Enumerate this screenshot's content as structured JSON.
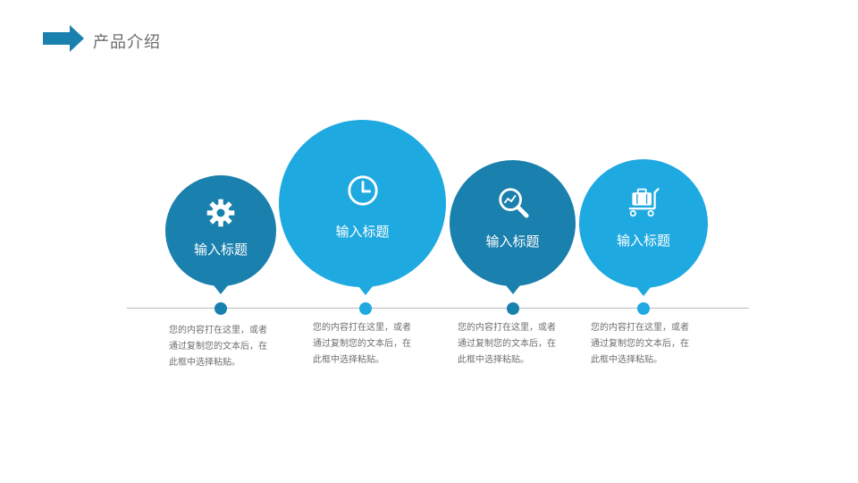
{
  "header": {
    "title": "产品介绍",
    "accent_color": "#1a80ad"
  },
  "colors": {
    "dark_blue": "#1a80ad",
    "light_blue": "#1fa9e1",
    "line": "#b8b8b8",
    "text_gray": "#6f6f6f"
  },
  "items": [
    {
      "title": "输入标题",
      "icon": "gear-icon",
      "color": "#1a80ad",
      "desc_lines": [
        "您的内容打在这里，或者",
        "通过复制您的文本后，在",
        "此框中选择粘贴。"
      ]
    },
    {
      "title": "输入标题",
      "icon": "clock-icon",
      "color": "#1fa9e1",
      "desc_lines": [
        "您的内容打在这里，或者",
        "通过复制您的文本后，在",
        "此框中选择粘贴。"
      ]
    },
    {
      "title": "输入标题",
      "icon": "magnifier-chart-icon",
      "color": "#1a80ad",
      "desc_lines": [
        "您的内容打在这里，或者",
        "通过复制您的文本后，在",
        "此框中选择粘贴。"
      ]
    },
    {
      "title": "输入标题",
      "icon": "luggage-cart-icon",
      "color": "#1fa9e1",
      "desc_lines": [
        "您的内容打在这里，或者",
        "通过复制您的文本后，在",
        "此框中选择粘贴。"
      ]
    }
  ]
}
